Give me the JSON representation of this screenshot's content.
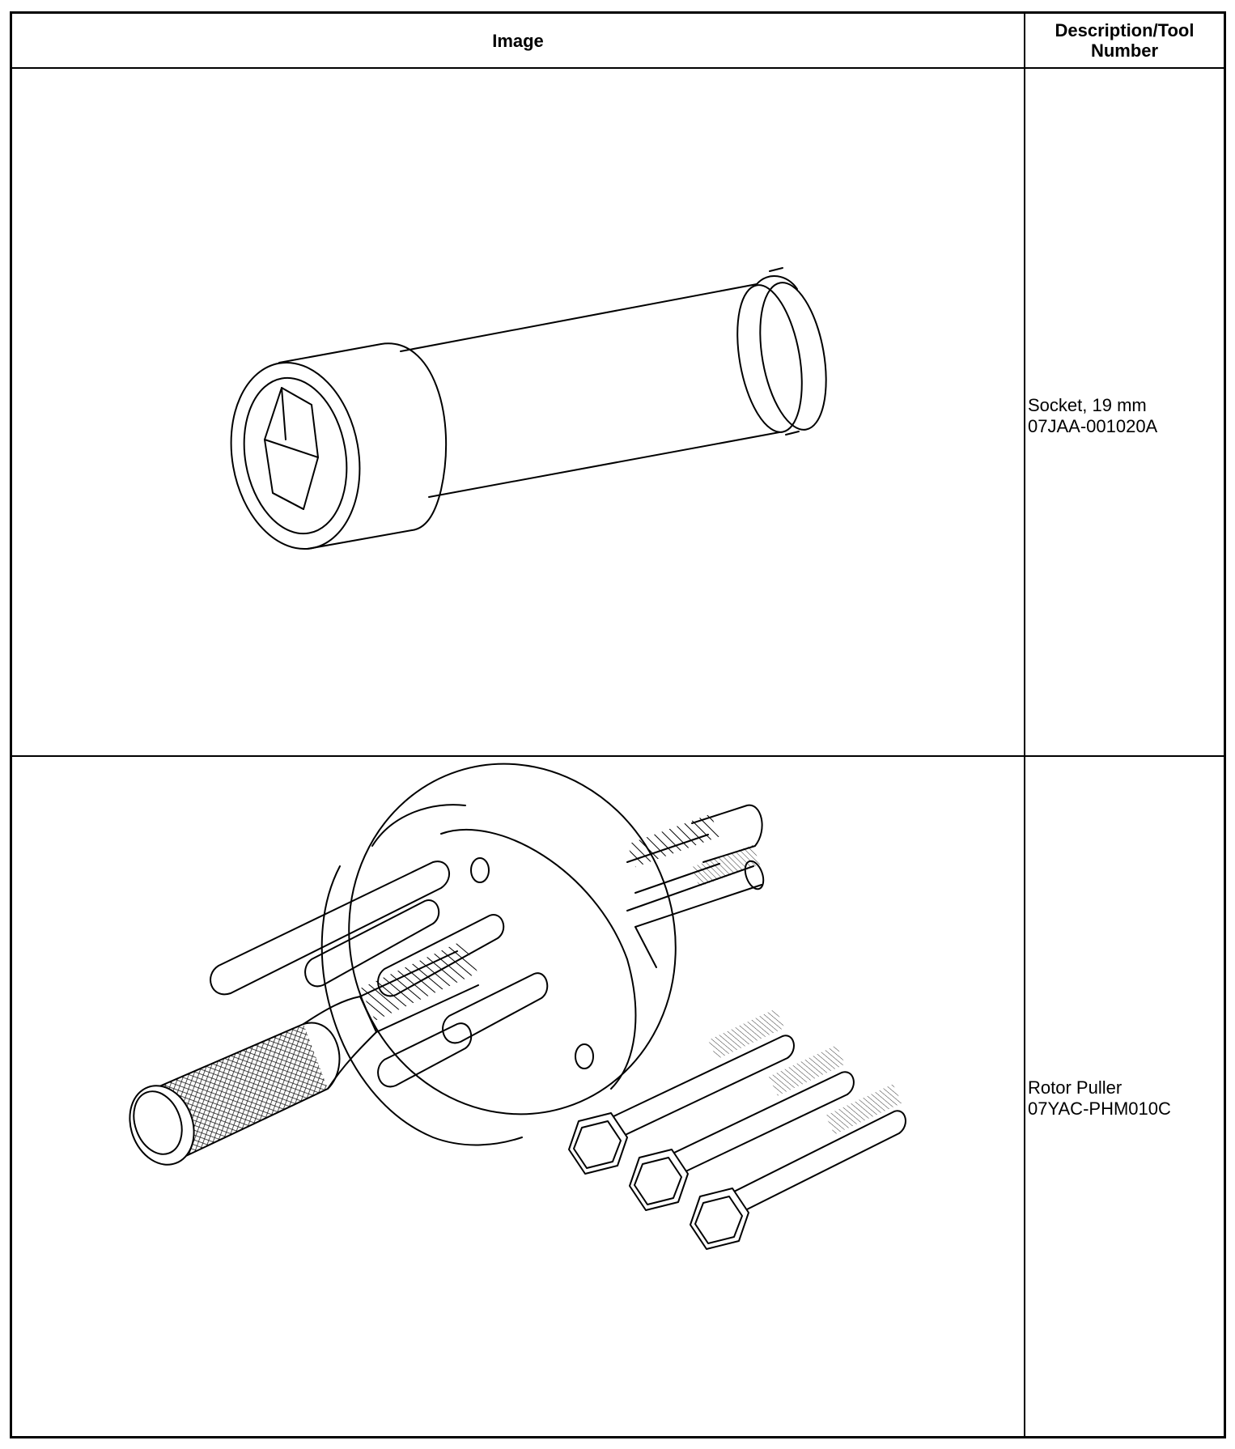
{
  "header": {
    "image_label": "Image",
    "description_label_line1": "Description/Tool",
    "description_label_line2": "Number"
  },
  "rows": [
    {
      "illustration_icon": "socket-19mm-illustration",
      "description": "Socket, 19 mm",
      "tool_number": "07JAA-001020A"
    },
    {
      "illustration_icon": "rotor-puller-illustration",
      "description": "Rotor Puller",
      "tool_number": "07YAC-PHM010C"
    }
  ]
}
